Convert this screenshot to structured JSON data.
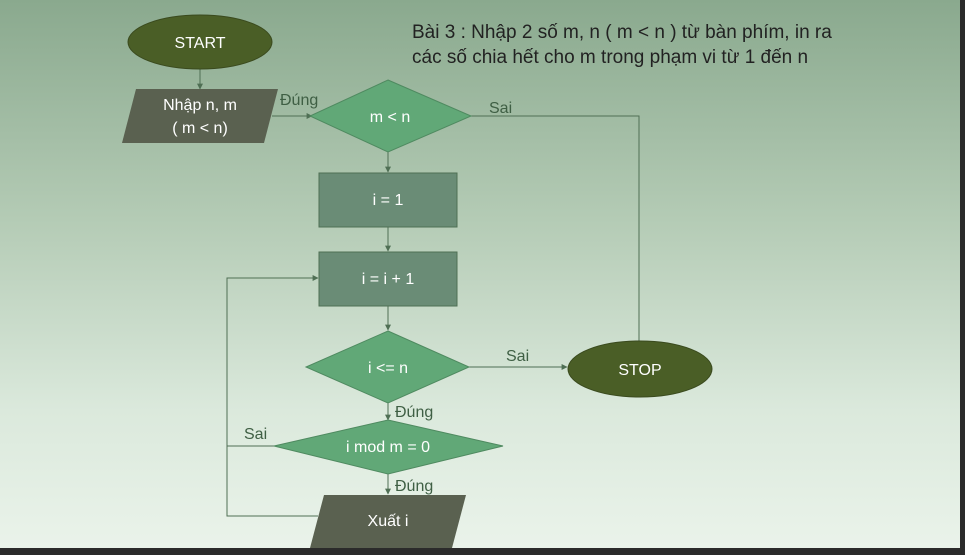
{
  "title": {
    "line1": "Bài 3 : Nhập 2 số m, n ( m < n ) từ bàn phím, in ra",
    "line2": "các số chia hết cho m trong phạm vi từ 1 đến n"
  },
  "nodes": {
    "start": "START",
    "input_line1": "Nhập n, m",
    "input_line2": "( m < n)",
    "cond_m_lt_n": "m < n",
    "init_i": "i = 1",
    "inc_i": "i = i + 1",
    "cond_i_le_n": "i <= n",
    "cond_mod": "i mod m = 0",
    "output": "Xuất i",
    "stop": "STOP"
  },
  "edge_labels": {
    "true_top": "Đúng",
    "false_top": "Sai",
    "false_loop": "Sai",
    "true_loop": "Đúng",
    "false_mod": "Sai",
    "true_mod": "Đúng"
  },
  "colors": {
    "terminal_fill": "#4a5e26",
    "io_fill": "#5a6150",
    "decision_fill": "#61a877",
    "process_fill": "#6a8c76",
    "edge": "#4f6f54"
  }
}
